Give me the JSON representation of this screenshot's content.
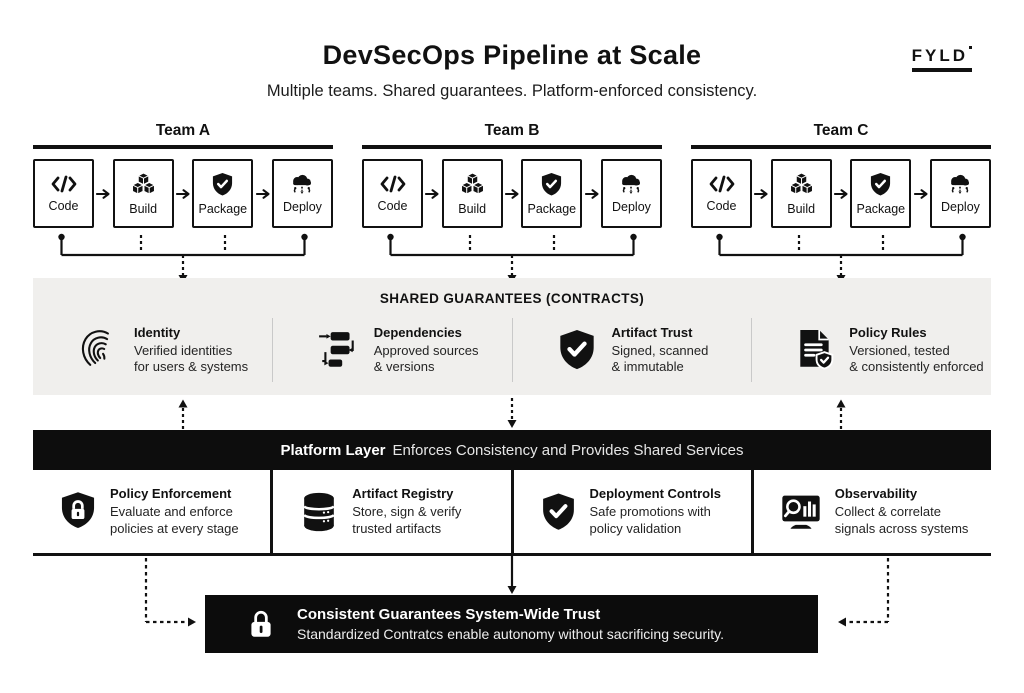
{
  "header": {
    "title": "DevSecOps Pipeline at Scale",
    "subtitle": "Multiple teams. Shared guarantees. Platform-enforced consistency.",
    "brand": "FYLD"
  },
  "teams": [
    {
      "name": "Team A",
      "stages": [
        {
          "label": "Code",
          "icon": "code-icon"
        },
        {
          "label": "Build",
          "icon": "build-cubes-icon"
        },
        {
          "label": "Package",
          "icon": "shield-check-icon"
        },
        {
          "label": "Deploy",
          "icon": "cloud-deploy-icon"
        }
      ]
    },
    {
      "name": "Team B",
      "stages": [
        {
          "label": "Code",
          "icon": "code-icon"
        },
        {
          "label": "Build",
          "icon": "build-cubes-icon"
        },
        {
          "label": "Package",
          "icon": "shield-check-icon"
        },
        {
          "label": "Deploy",
          "icon": "cloud-deploy-icon"
        }
      ]
    },
    {
      "name": "Team C",
      "stages": [
        {
          "label": "Code",
          "icon": "code-icon"
        },
        {
          "label": "Build",
          "icon": "build-cubes-icon"
        },
        {
          "label": "Package",
          "icon": "shield-check-icon"
        },
        {
          "label": "Deploy",
          "icon": "cloud-deploy-icon"
        }
      ]
    }
  ],
  "guarantees": {
    "title": "SHARED GUARANTEES (CONTRACTS)",
    "items": [
      {
        "title": "Identity",
        "desc": "Verified identities\nfor users & systems",
        "icon": "fingerprint-icon"
      },
      {
        "title": "Dependencies",
        "desc": "Approved sources\n& versions",
        "icon": "dependencies-flow-icon"
      },
      {
        "title": "Artifact Trust",
        "desc": "Signed, scanned\n& immutable",
        "icon": "shield-check-icon"
      },
      {
        "title": "Policy Rules",
        "desc": "Versioned, tested\n& consistently enforced",
        "icon": "policy-document-icon"
      }
    ]
  },
  "platform": {
    "label": "Platform Layer",
    "description": "Enforces Consistency and Provides Shared Services",
    "services": [
      {
        "title": "Policy Enforcement",
        "desc": "Evaluate and enforce\npolicies at every stage",
        "icon": "shield-lock-icon"
      },
      {
        "title": "Artifact Registry",
        "desc": "Store, sign & verify\ntrusted artifacts",
        "icon": "database-icon"
      },
      {
        "title": "Deployment Controls",
        "desc": "Safe promotions with\npolicy validation",
        "icon": "shield-check-icon"
      },
      {
        "title": "Observability",
        "desc": "Collect & correlate\nsignals across systems",
        "icon": "monitor-search-icon"
      }
    ]
  },
  "footer": {
    "title": "Consistent Guarantees System-Wide Trust",
    "subtitle": "Standardized Contratcs enable autonomy without sacrificing security.",
    "icon": "lock-icon"
  },
  "colors": {
    "ink": "#111111",
    "band_bg": "#f0efed",
    "panel_black": "#0d0d0d"
  }
}
